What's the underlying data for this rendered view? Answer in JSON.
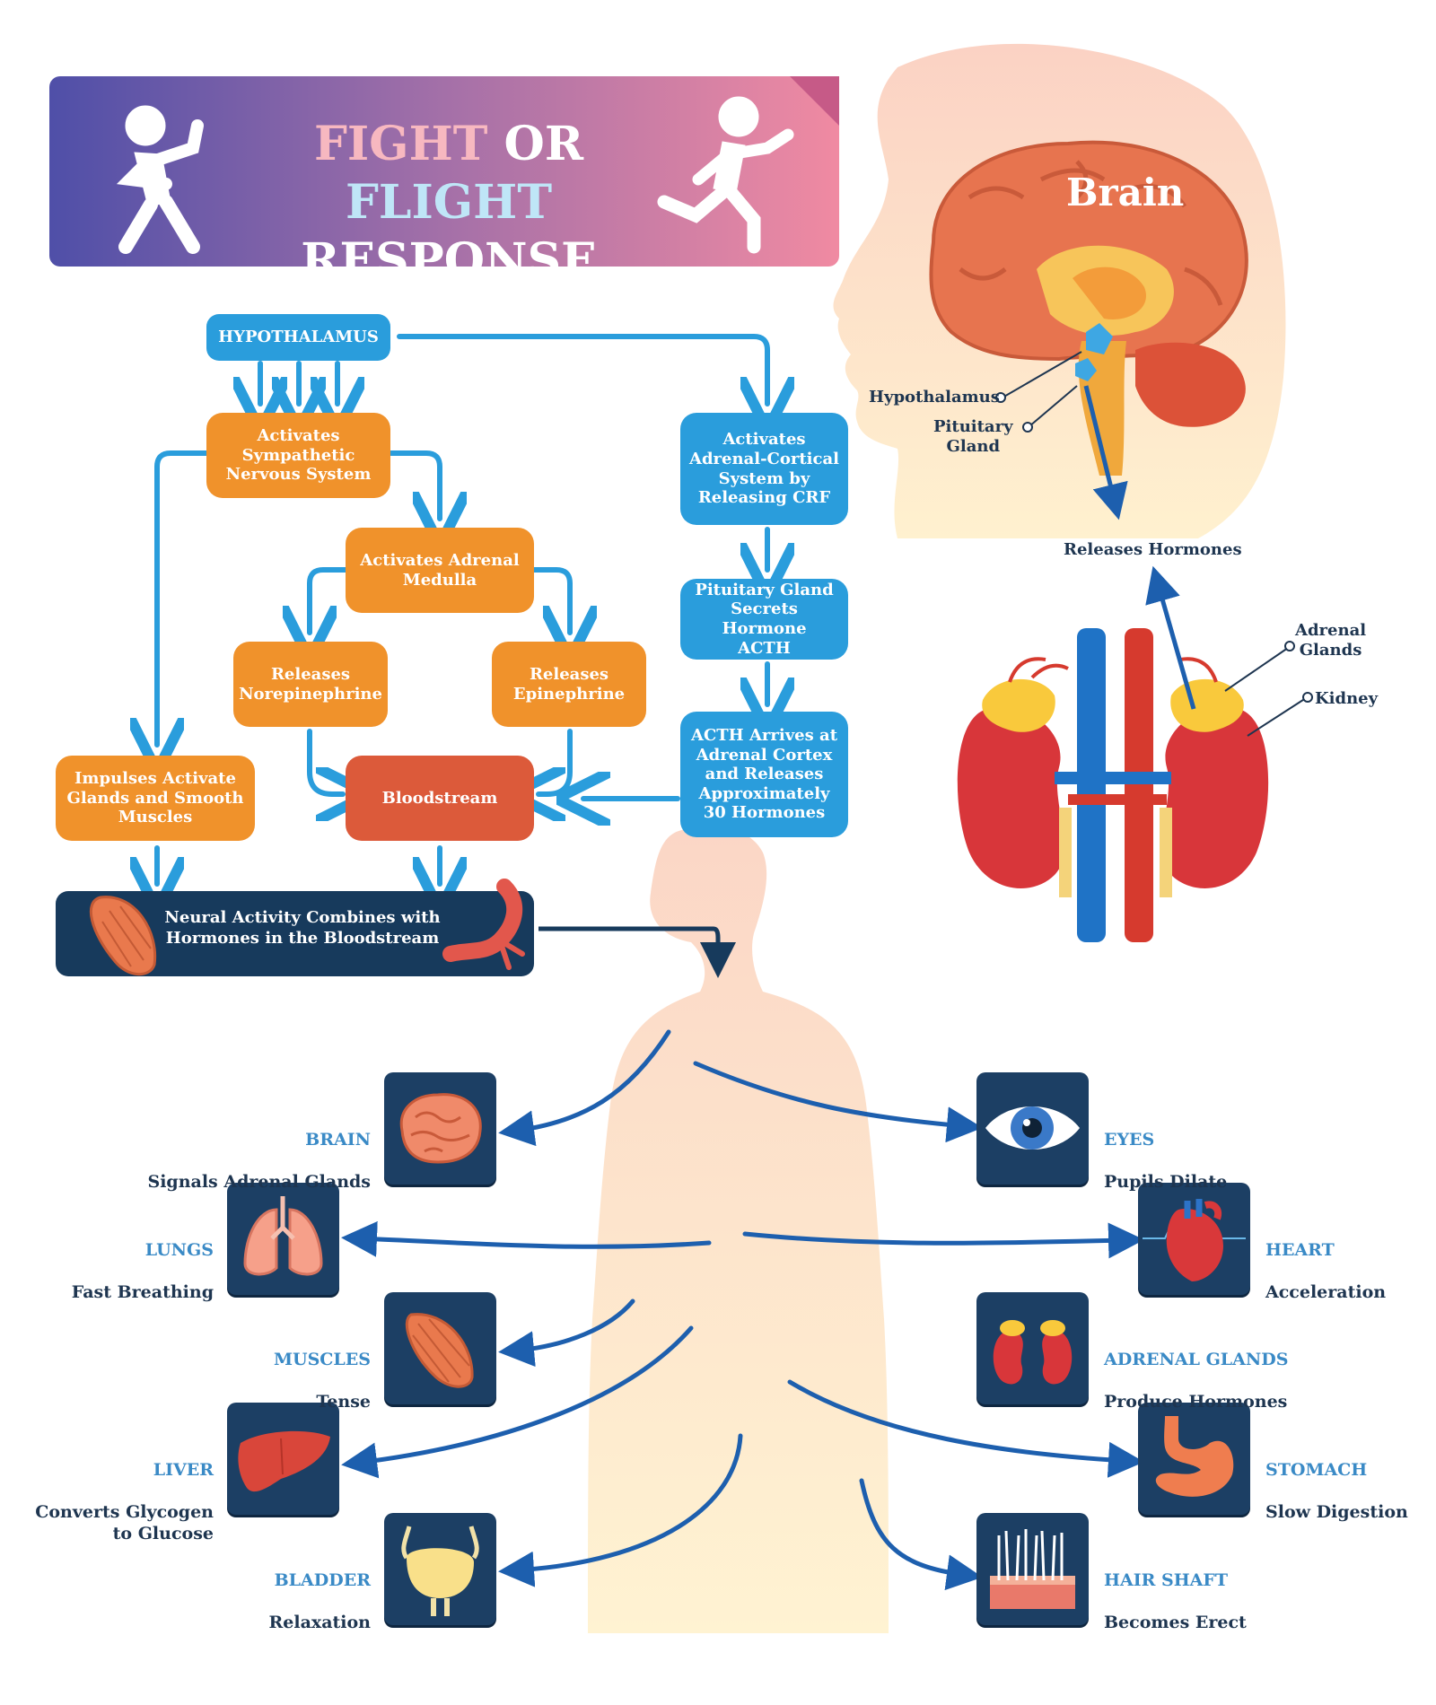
{
  "header": {
    "title_fight": "FIGHT",
    "title_or": "OR",
    "title_flight": "FLIGHT",
    "title_response": "RESPONSE"
  },
  "flow": {
    "hypothalamus": "HYPOTHALAMUS",
    "sympathetic": "Activates\nSympathetic\nNervous System",
    "adrenal_medulla": "Activates Adrenal\nMedulla",
    "norepinephrine": "Releases\nNorepinephrine",
    "epinephrine": "Releases\nEpinephrine",
    "impulses": "Impulses Activate\nGlands and Smooth\nMuscles",
    "bloodstream": "Bloodstream",
    "adrenal_cortical": "Activates\nAdrenal-Cortical\nSystem by\nReleasing CRF",
    "pituitary_acth": "Pituitary Gland\nSecrets Hormone\nACTH",
    "acth_arrives": "ACTH Arrives at\nAdrenal Cortex\nand Releases\nApproximately\n30 Hormones",
    "neural_activity": "Neural Activity Combines with\nHormones in the Bloodstream"
  },
  "anatomy": {
    "brain": "Brain",
    "hypothalamus": "Hypothalamus",
    "pituitary": "Pituitary\nGland",
    "releases_hormones": "Releases Hormones",
    "adrenal_glands": "Adrenal\nGlands",
    "kidney": "Kidney"
  },
  "organs": {
    "brain": {
      "name": "BRAIN",
      "desc": "Signals Adrenal Glands"
    },
    "eyes": {
      "name": "EYES",
      "desc": "Pupils Dilate"
    },
    "lungs": {
      "name": "LUNGS",
      "desc": "Fast Breathing"
    },
    "heart": {
      "name": "HEART",
      "desc": "Acceleration"
    },
    "muscles": {
      "name": "MUSCLES",
      "desc": "Tense"
    },
    "adrenal": {
      "name": "ADRENAL GLANDS",
      "desc": "Produce Hormones"
    },
    "liver": {
      "name": "LIVER",
      "desc": "Converts Glycogen\nto Glucose"
    },
    "stomach": {
      "name": "STOMACH",
      "desc": "Slow Digestion"
    },
    "bladder": {
      "name": "BLADDER",
      "desc": "Relaxation"
    },
    "hair": {
      "name": "HAIR SHAFT",
      "desc": "Becomes Erect"
    }
  }
}
